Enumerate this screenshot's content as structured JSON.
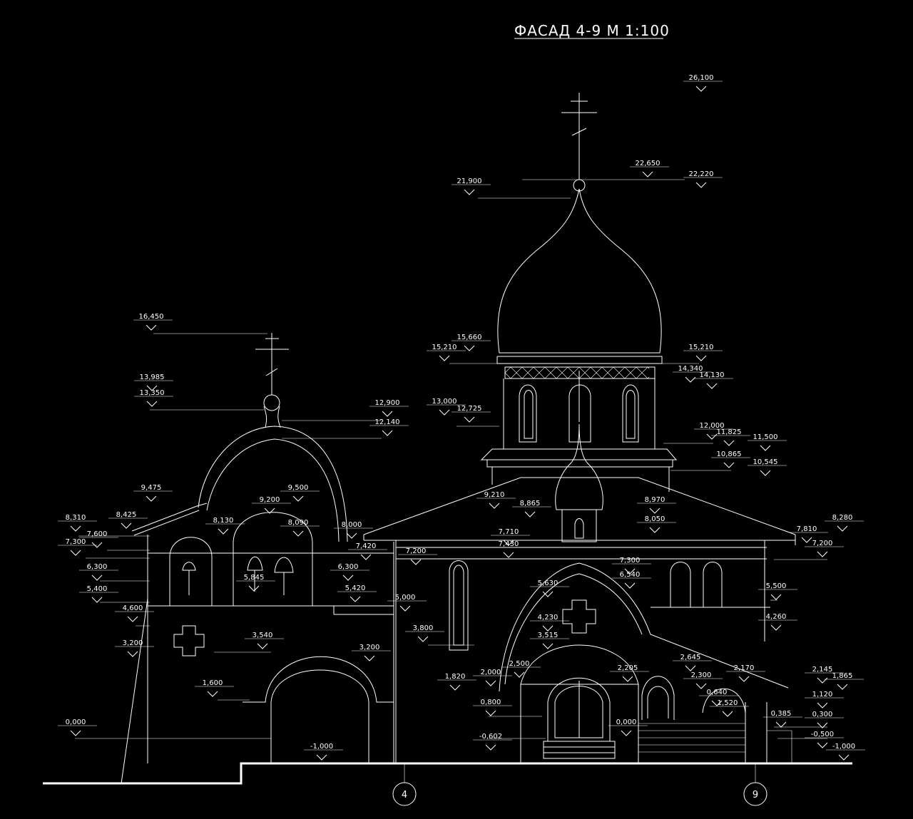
{
  "title": "ФАСАД 4-9 М 1:100",
  "axes": [
    "4",
    "9"
  ],
  "elevations": [
    "26,100",
    "22,650",
    "22,220",
    "21,900",
    "16,450",
    "15,660",
    "15,210",
    "15,210",
    "14,340",
    "14,130",
    "13,985",
    "13,350",
    "13,000",
    "12,725",
    "12,900",
    "12,140",
    "12,000",
    "11,825",
    "11,500",
    "10,865",
    "10,545",
    "9,475",
    "9,500",
    "9,210",
    "8,865",
    "8,970",
    "8,310",
    "8,425",
    "8,130",
    "9,200",
    "8,090",
    "8,000",
    "8,050",
    "8,280",
    "7,810",
    "7,200",
    "7,600",
    "7,300",
    "7,710",
    "7,430",
    "7,420",
    "7,200",
    "7,300",
    "6,300",
    "6,300",
    "6,540",
    "5,630",
    "5,845",
    "5,400",
    "5,420",
    "5,000",
    "5,500",
    "4,600",
    "4,230",
    "4,260",
    "3,800",
    "3,515",
    "3,540",
    "3,200",
    "3,200",
    "2,500",
    "2,645",
    "2,145",
    "1,865",
    "2,205",
    "2,170",
    "1,820",
    "2,000",
    "2,300",
    "1,600",
    "1,120",
    "0,800",
    "0,640",
    "1,520",
    "0,385",
    "0,300",
    "0,000",
    "0,000",
    "-0,602",
    "-0,500",
    "-1,000",
    "-1,000"
  ]
}
